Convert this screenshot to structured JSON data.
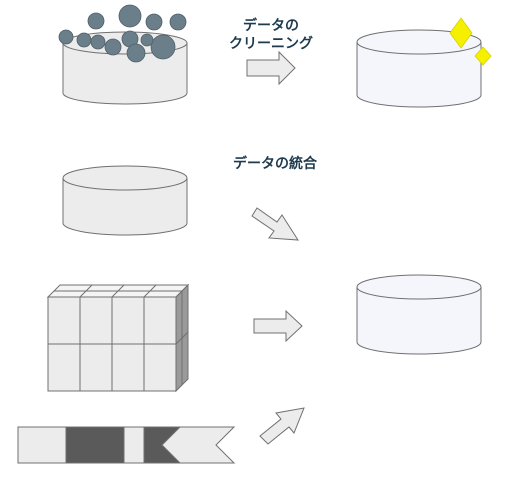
{
  "labels": {
    "cleaning": [
      "データの",
      "クリーニング"
    ],
    "integration": "データの統合"
  },
  "icons": [
    "dirty-database-icon",
    "clean-database-icon",
    "sparkle-icon",
    "database-icon",
    "data-cube-icon",
    "data-stream-icon",
    "merged-database-icon",
    "arrow-icon"
  ],
  "colors": {
    "dirt": "#6b7f8a",
    "sparkle": "#f5f000",
    "clean_fill": "#f4f6fc",
    "cylinder_fill": "#ececec",
    "label_text": "#1e3a4e"
  }
}
